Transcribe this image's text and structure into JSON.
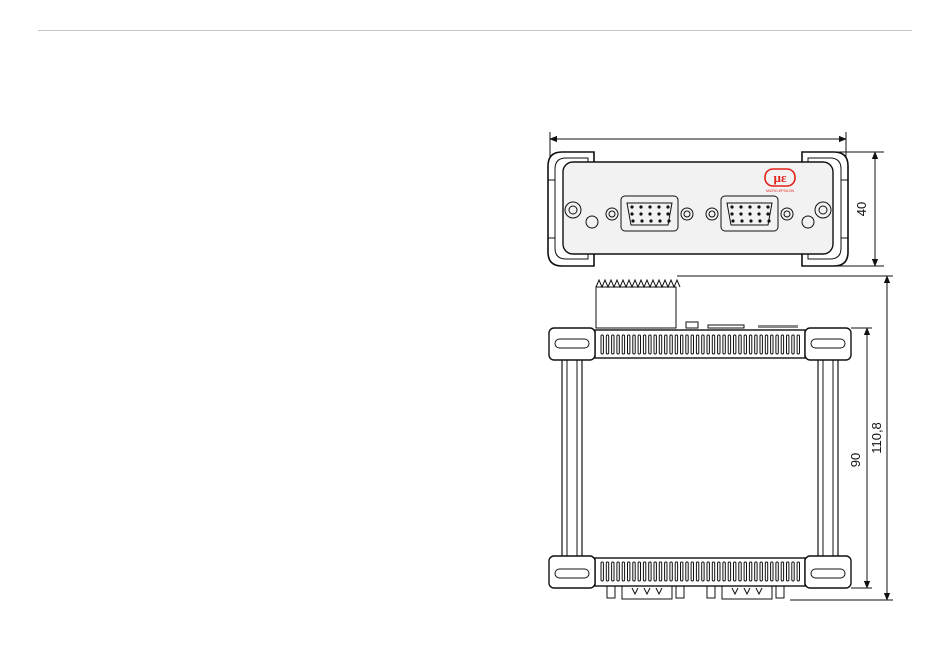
{
  "dimensions": {
    "height": "40",
    "overall_length": "110,8",
    "body_length": "90",
    "width": ""
  },
  "logo": {
    "text": "µε",
    "subtext": "MICRO-EPSILON",
    "color": "#e2231a"
  },
  "colors": {
    "rule": "#c8c8c8",
    "line": "#111111",
    "panel": "#f2f2f2"
  }
}
